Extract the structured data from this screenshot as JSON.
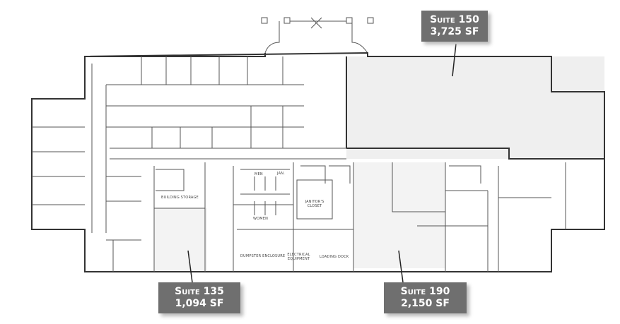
{
  "suites": [
    {
      "name": "Suite 150",
      "area": "3,725 SF",
      "fill": "#efefef"
    },
    {
      "name": "Suite 135",
      "area": "1,094 SF"
    },
    {
      "name": "Suite 190",
      "area": "2,150 SF"
    }
  ],
  "rooms": {
    "building_storage": "BUILDING STORAGE",
    "men": "MEN",
    "jan": "JAN.",
    "women": "WOMEN",
    "janitor_closet": "JANITOR'S CLOSET",
    "dumpster": "DUMPSTER ENCLOSURE",
    "electrical": "ELECTRICAL EQUIPMENT",
    "loading_dock": "LOADING DOCK"
  },
  "colors": {
    "label_bg": "#6f6f6f",
    "wall": "#333333",
    "shaded_suite": "#efefef"
  }
}
